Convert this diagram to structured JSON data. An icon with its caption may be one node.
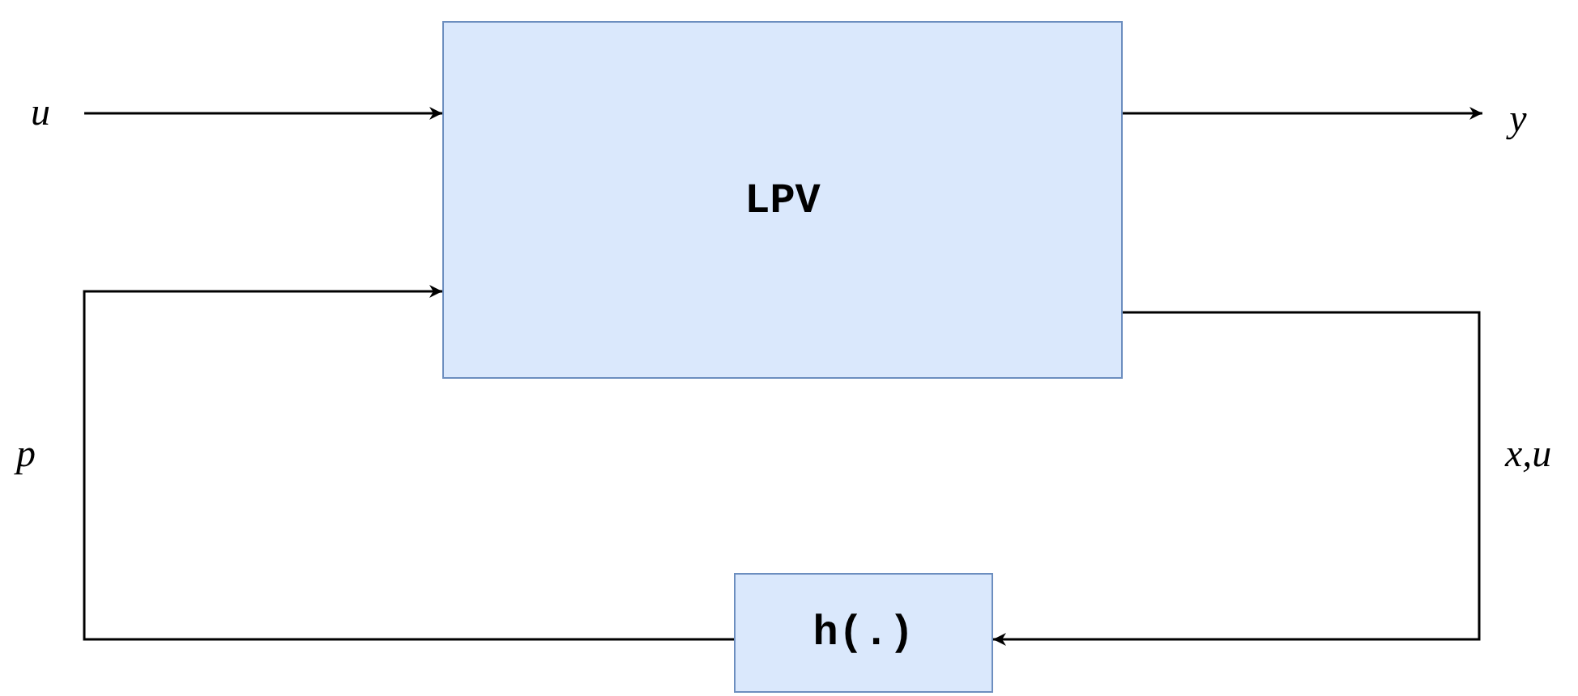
{
  "diagram": {
    "nodes": [
      {
        "text": [
          "u"
        ]
      },
      {
        "text": [
          "LPV"
        ]
      },
      {
        "text": [
          "y"
        ]
      },
      {
        "text": [
          "h(.)"
        ]
      }
    ],
    "edges": [
      {
        "from": 0,
        "to": 1,
        "arrow": "to"
      },
      {
        "from": 1,
        "to": 2,
        "arrow": "to"
      },
      {
        "from": 1,
        "to": 3,
        "arrow": "to",
        "label": "x,u"
      },
      {
        "from": 3,
        "to": 1,
        "arrow": "to",
        "label": "p"
      }
    ]
  }
}
